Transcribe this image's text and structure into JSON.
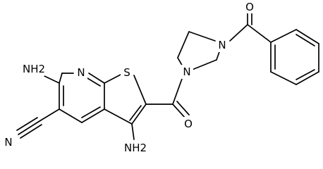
{
  "image": {
    "description_kind": "chemical structure diagram",
    "background": "#ffffff",
    "ink": "#000000"
  },
  "atoms": {
    "nh2_top": "NH2",
    "nh2_bottom": "NH2",
    "pyridine_n": "N",
    "thiophene_s": "S",
    "nitrile_n": "N",
    "amide_o": "O",
    "ring_n1": "N",
    "ring_n3": "N",
    "benzoyl_o": "O"
  }
}
